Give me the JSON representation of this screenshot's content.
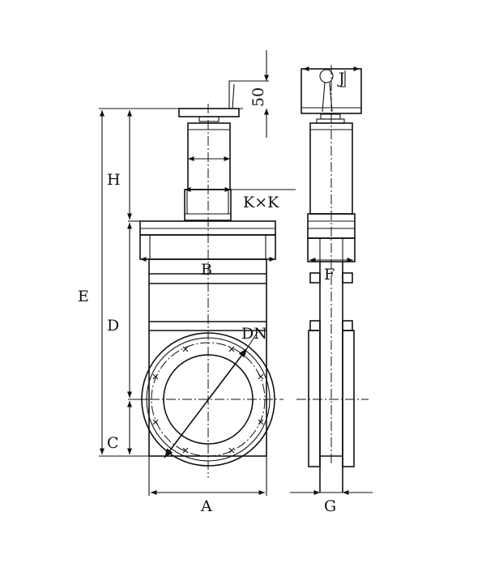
{
  "diagram": {
    "type": "gate-valve-dimension-drawing",
    "labels": {
      "A": "A",
      "B": "B",
      "C": "C",
      "D": "D",
      "E": "E",
      "F": "F",
      "G": "G",
      "H": "H",
      "J": "J",
      "K": "K×K",
      "DN": "DN",
      "handle_height": "50"
    },
    "views": [
      "front-view",
      "side-view"
    ],
    "line_color": "#111111",
    "background": "#ffffff"
  }
}
